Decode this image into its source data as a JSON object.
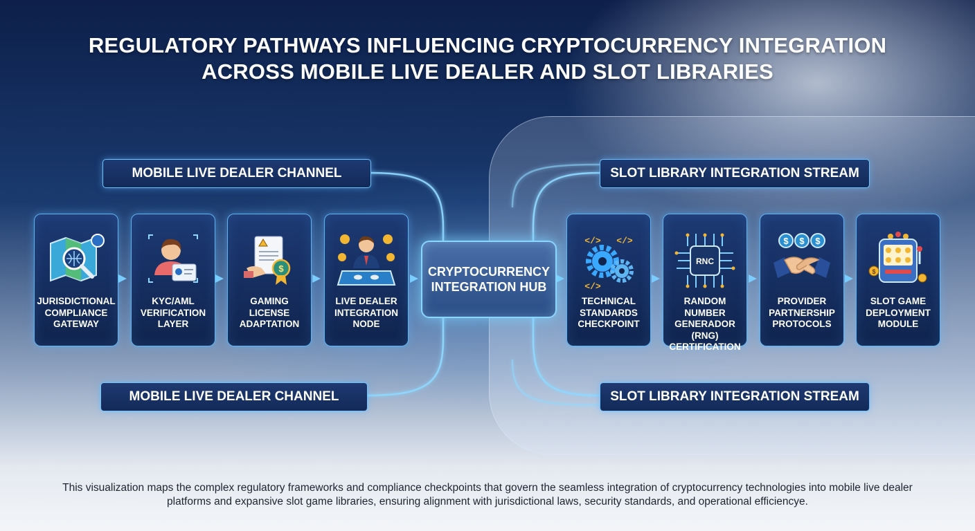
{
  "title": {
    "line1": "REGULATORY PATHWAYS INFLUENCING CRYPTOCURRENCY INTEGRATION",
    "line2": "ACROSS MOBILE LIVE DEALER AND SLOT LIBRARIES"
  },
  "banners": {
    "top_left": "MOBILE LIVE DEALER CHANNEL",
    "bottom_left": "MOBILE LIVE DEALER CHANNEL",
    "top_right": "SLOT LIBRARY INTEGRATION STREAM",
    "bottom_right": "SLOT LIBRARY INTEGRATION STREAM"
  },
  "live_dealer_steps": [
    {
      "label": "JURISDICTIONAL COMPLIANCE GATEWAY",
      "icon": "map-search-icon"
    },
    {
      "label": "KYC/AML VERIFICATION LAYER",
      "icon": "id-verification-icon"
    },
    {
      "label": "GAMING LICENSE ADAPTATION",
      "icon": "license-document-icon"
    },
    {
      "label": "LIVE DEALER INTEGRATION NODE",
      "icon": "dealer-table-icon"
    }
  ],
  "hub": {
    "label": "CRYPTOCURRENCY INTEGRATION HUB"
  },
  "slot_steps": [
    {
      "label": "TECHNICAL STANDARDS CHECKPOINT",
      "icon": "code-gears-icon"
    },
    {
      "label": "RANDOM NUMBER GENERADOR (RNG) CERTIFICATION",
      "icon": "rng-chip-icon"
    },
    {
      "label": "PROVIDER PARTNERSHIP PROTOCOLS",
      "icon": "handshake-icon"
    },
    {
      "label": "SLOT GAME DEPLOYMENT MODULE",
      "icon": "slot-machine-icon"
    }
  ],
  "caption": "This visualization maps the complex regulatory frameworks and compliance checkpoints that govern the seamless integration of cryptocurrency technologies into mobile live dealer platforms and expansive slot game libraries, ensuring alignment with jurisdictional laws, security standards, and operational efficiencye.",
  "colors": {
    "accent_glow": "#6fc4ff",
    "card_fill": "#10244e",
    "gold": "#f2b632",
    "title_text": "#ffffff"
  },
  "icons": {
    "rng_chip_text": "RNC"
  }
}
